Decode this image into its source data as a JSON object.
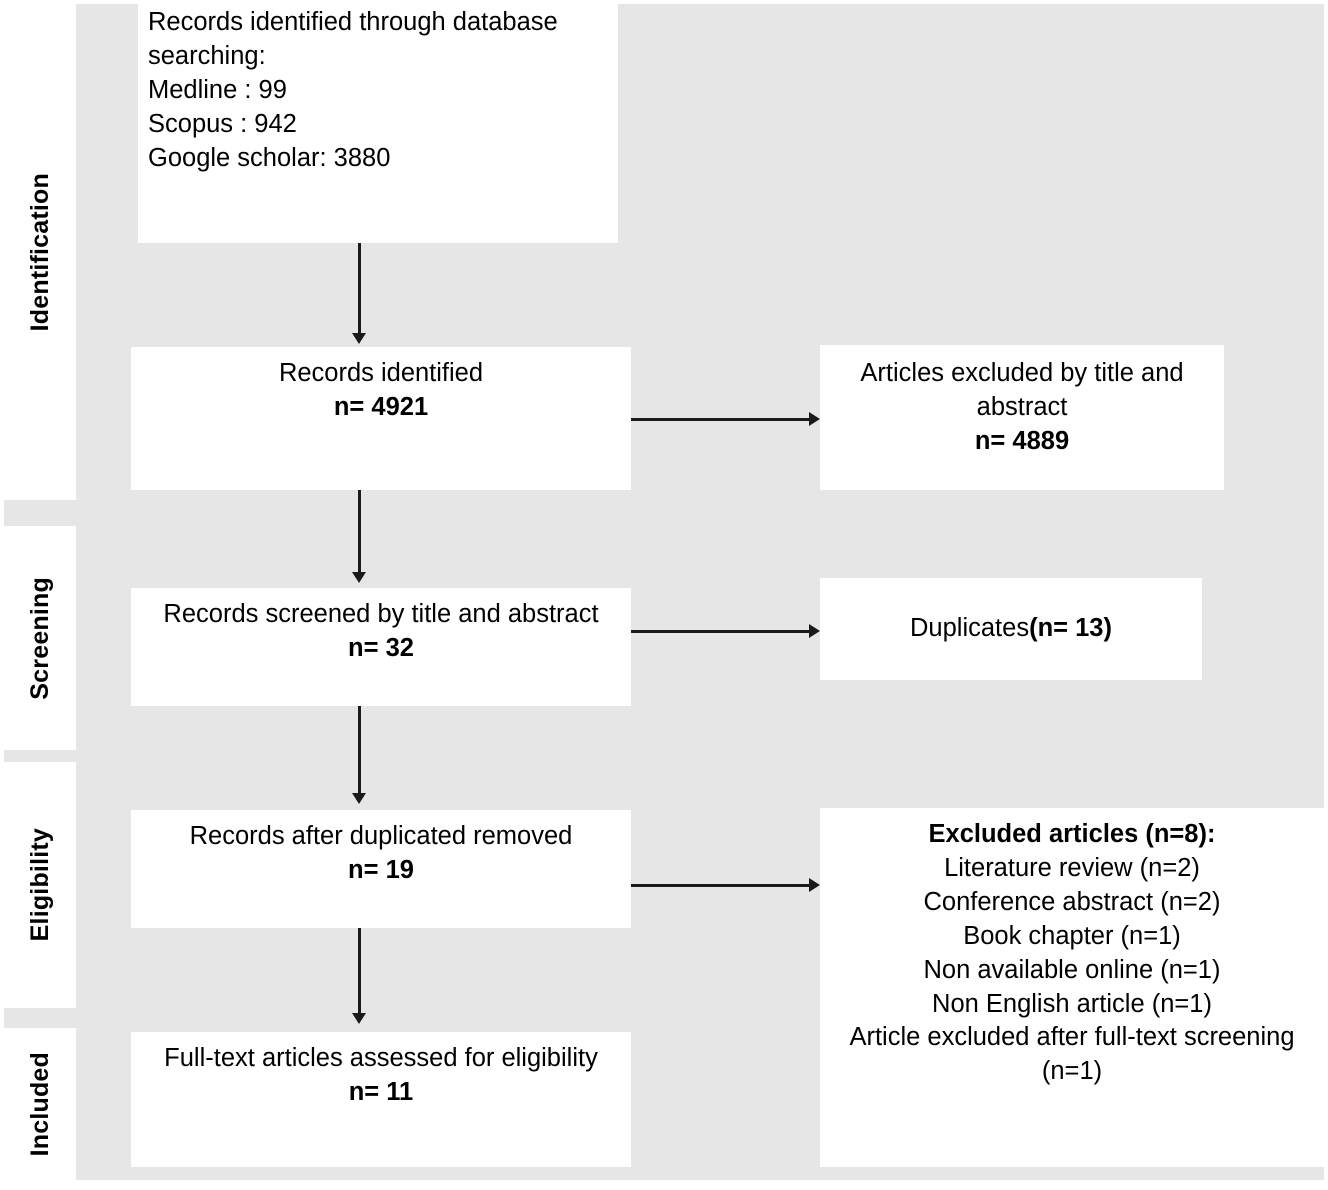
{
  "figure": {
    "type": "prisma-flow-diagram",
    "background_color": "#e6e6e6",
    "box_color": "#ffffff",
    "line_color": "#1a1a1a"
  },
  "stages": [
    {
      "label": "Identification"
    },
    {
      "label": "Screening"
    },
    {
      "label": "Eligibility"
    },
    {
      "label": "Included"
    }
  ],
  "boxes": {
    "identification_sources": {
      "lines": [
        "Records identified through database",
        "searching:",
        "Medline : 99",
        "Scopus : 942",
        "Google scholar: 3880"
      ]
    },
    "records_identified": {
      "title": "Records identified",
      "count": "n= 4921"
    },
    "articles_excluded_title_abstract": {
      "line1": "Articles excluded by  title and",
      "line2": "abstract",
      "count": "n= 4889"
    },
    "records_screened": {
      "title": "Records screened by title and abstract",
      "count": "n= 32"
    },
    "duplicates": {
      "label": "Duplicates ",
      "count": "(n= 13)"
    },
    "records_after_duplicates": {
      "title": "Records after duplicated removed",
      "count": "n= 19"
    },
    "excluded_articles": {
      "heading": "Excluded articles (n=8):",
      "reasons": [
        "Literature review (n=2)",
        "Conference abstract (n=2)",
        "Book chapter (n=1)",
        "Non available online (n=1)",
        "Non English article (n=1)",
        "Article excluded after full-text screening",
        "(n=1)"
      ]
    },
    "fulltext_assessed": {
      "title": "Full-text articles assessed for eligibility",
      "count": "n= 11"
    }
  }
}
